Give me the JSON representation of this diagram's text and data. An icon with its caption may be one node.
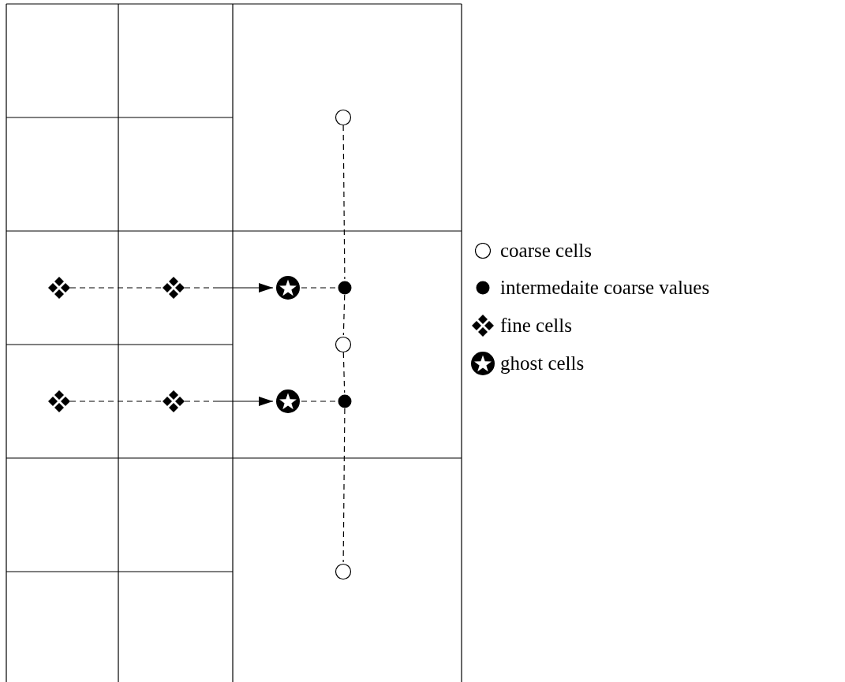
{
  "diagram": {
    "nodes": [
      {
        "text": [],
        "shape": "circle"
      },
      {
        "text": [],
        "shape": "diamond"
      },
      {
        "text": [],
        "shape": "diamond"
      },
      {
        "text": [],
        "shape": "star"
      },
      {
        "text": [],
        "shape": "dot"
      },
      {
        "text": [],
        "shape": "circle"
      },
      {
        "text": [],
        "shape": "diamond"
      },
      {
        "text": [],
        "shape": "diamond"
      },
      {
        "text": [],
        "shape": "star"
      },
      {
        "text": [],
        "shape": "dot"
      },
      {
        "text": [],
        "shape": "circle"
      }
    ],
    "edges": [
      {
        "from": 1,
        "to": 2,
        "arrow": "none",
        "style": "dashed"
      },
      {
        "from": 2,
        "to": 3,
        "arrow": "to"
      },
      {
        "from": 3,
        "to": 4,
        "arrow": "none",
        "style": "dashed"
      },
      {
        "from": 6,
        "to": 7,
        "arrow": "none",
        "style": "dashed"
      },
      {
        "from": 7,
        "to": 8,
        "arrow": "to"
      },
      {
        "from": 8,
        "to": 9,
        "arrow": "none",
        "style": "dashed"
      },
      {
        "from": 0,
        "to": 4,
        "arrow": "none",
        "style": "dashed"
      },
      {
        "from": 4,
        "to": 5,
        "arrow": "none",
        "style": "dashed"
      },
      {
        "from": 5,
        "to": 9,
        "arrow": "none",
        "style": "dashed"
      },
      {
        "from": 9,
        "to": 10,
        "arrow": "none",
        "style": "dashed"
      }
    ],
    "legend": [
      {
        "text": "coarse cells"
      },
      {
        "text": "intermedaite coarse values"
      },
      {
        "text": "fine cells"
      },
      {
        "text": "ghost cells"
      }
    ]
  }
}
